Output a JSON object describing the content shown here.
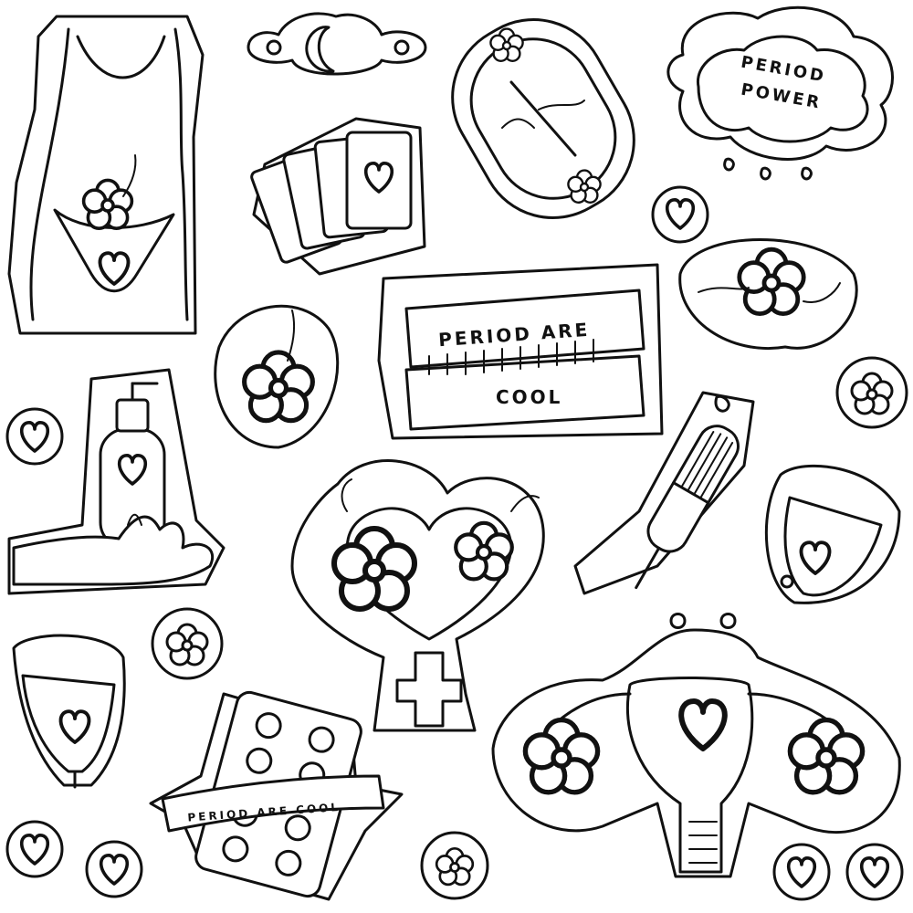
{
  "stickers": {
    "period_power": {
      "line1": "PERIOD",
      "line2": "POWER"
    },
    "banner_big": {
      "top": "PERIOD ARE",
      "bottom": "COOL"
    },
    "banner_small": {
      "text": "PERIOD ARE COOL"
    }
  },
  "palette": {
    "ink": "#111111",
    "paper": "#ffffff"
  },
  "icons": [
    "torso-icon",
    "moon-cloud-icon",
    "pad-icon",
    "speech-cloud-icon",
    "tarot-cards-icon",
    "heart-icon",
    "flower-icon",
    "banner-icon",
    "bottle-hand-icon",
    "tampon-icon",
    "menstrual-cup-icon",
    "flower-heart-venus-icon",
    "pill-blister-icon",
    "uterus-icon"
  ]
}
